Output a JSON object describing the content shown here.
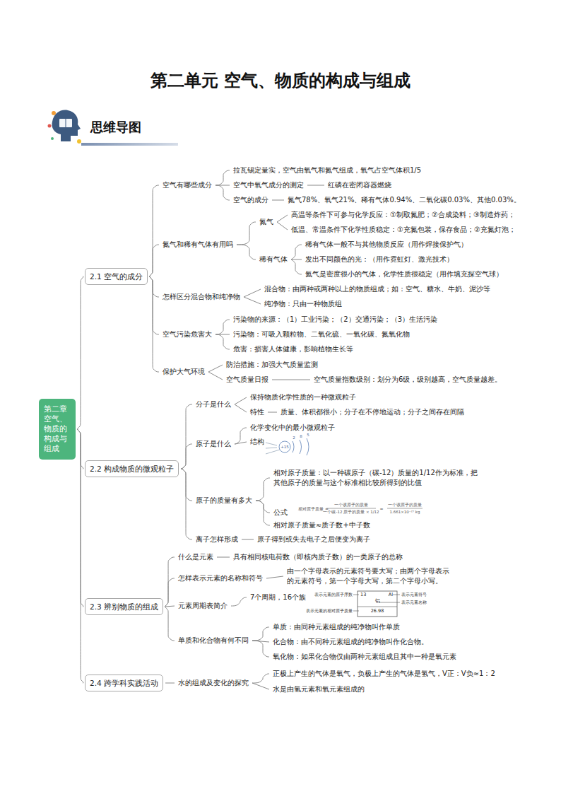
{
  "diagram": {
    "title": "第二单元 空气、物质的构成与组成",
    "nodes": [
      {
        "text": [
          "第二章 空气、物质的构成与组成"
        ]
      },
      {
        "text": [
          "2.1 空气的成分"
        ]
      },
      {
        "text": [
          "空气有哪些成分"
        ]
      },
      {
        "text": [
          "拉瓦锡定量实，空气由氧气和氮气组成，氧气占空气体积1/5"
        ]
      },
      {
        "text": [
          "空气中氧气成分的测定"
        ]
      },
      {
        "text": [
          "红磷在密闭容器燃烧"
        ]
      },
      {
        "text": [
          "空气的成分"
        ]
      },
      {
        "text": [
          "氮气78%、氧气21%、稀有气体0.94%、二氧化碳0.03%、其他0.03%。"
        ]
      },
      {
        "text": [
          "氮气和稀有气体有用吗"
        ]
      },
      {
        "text": [
          "氮气"
        ]
      },
      {
        "text": [
          "高温等条件下可参与化学反应：①制取氮肥；②合成染料；③制造炸药；"
        ]
      },
      {
        "text": [
          "低温、常温条件下化学性质稳定：①充氮包装，保存食品；②充氮灯泡；"
        ]
      },
      {
        "text": [
          "稀有气体"
        ]
      },
      {
        "text": [
          "稀有气体一般不与其他物质反应（用作焊接保护气）"
        ]
      },
      {
        "text": [
          "发出不同颜色的光：（用作霓虹灯、激光技术）"
        ]
      },
      {
        "text": [
          "氦气是密度很小的气体，化学性质很稳定（用作填充探空气球）"
        ]
      },
      {
        "text": [
          "怎样区分混合物和纯净物"
        ]
      },
      {
        "text": [
          "混合物：由两种或两种以上的物质组成；如：空气、糖水、牛奶、泥沙等"
        ]
      },
      {
        "text": [
          "纯净物：只由一种物质组"
        ]
      },
      {
        "text": [
          "空气污染危害大"
        ]
      },
      {
        "text": [
          "污染物的来源：（1）工业污染；（2）交通污染；（3）生活污染"
        ]
      },
      {
        "text": [
          "污染物：可吸入颗粒物、二氧化硫、一氧化碳、氮氧化物"
        ]
      },
      {
        "text": [
          "危害：损害人体健康，影响植物生长等"
        ]
      },
      {
        "text": [
          "保护大气环境"
        ]
      },
      {
        "text": [
          "防治措施：加强大气质量监测"
        ]
      },
      {
        "text": [
          "空气质量日报"
        ]
      },
      {
        "text": [
          "空气质量指数级别：划分为6级，级别越高，空气质量越差。"
        ]
      },
      {
        "text": [
          "2.2 构成物质的微观粒子"
        ]
      },
      {
        "text": [
          "分子是什么"
        ]
      },
      {
        "text": [
          "保持物质化学性质的一种微观粒子"
        ]
      },
      {
        "text": [
          "特性"
        ]
      },
      {
        "text": [
          "质量、体积都很小；分子在不停地运动；分子之间存在间隔"
        ]
      },
      {
        "text": [
          "原子是什么"
        ]
      },
      {
        "text": [
          "化学变化中的最小微观粒子"
        ]
      },
      {
        "text": [
          "结构"
        ]
      },
      {
        "text": [
          "原子的质量有多大"
        ]
      },
      {
        "text": [
          "相对原子质量：以一种碳原子（碳-12）质量的1/12作为标准，把其他原子的质量与这个标准相比较所得到的比值"
        ]
      },
      {
        "text": [
          "公式"
        ]
      },
      {
        "text": [
          "相对原子质量≈质子数+中子数"
        ]
      },
      {
        "text": [
          "离子怎样形成"
        ]
      },
      {
        "text": [
          "原子得到或失去电子之后便变为离子"
        ]
      },
      {
        "text": [
          "2.3 辨别物质的组成"
        ]
      },
      {
        "text": [
          "什么是元素"
        ]
      },
      {
        "text": [
          "具有相同核电荷数（即核内质子数）的一类原子的总称"
        ]
      },
      {
        "text": [
          "怎样表示元素的名称和符号"
        ]
      },
      {
        "text": [
          "由一个字母表示的元素符号要大写；由两个字母表示的元素符号，第一个字母大写，第二个字母小写。"
        ]
      },
      {
        "text": [
          "元素周期表简介"
        ]
      },
      {
        "text": [
          "7个周期，16个族"
        ]
      },
      {
        "text": [
          "单质和化合物有何不同"
        ]
      },
      {
        "text": [
          "单质：由同种元素组成的纯净物叫作单质"
        ]
      },
      {
        "text": [
          "化合物：由不同种元素组成的纯净物叫作化合物。"
        ]
      },
      {
        "text": [
          "氧化物：如果化合物仅由两种元素组成且其中一种是氧元素"
        ]
      },
      {
        "text": [
          "2.4 跨学科实践活动"
        ]
      },
      {
        "text": [
          "水的组成及变化的探究"
        ]
      },
      {
        "text": [
          "正极上产生的气体是氧气，负极上产生的气体是氢气，V正：V负≈1：2"
        ]
      },
      {
        "text": [
          "水是由氢元素和氧元素组成的"
        ]
      }
    ],
    "edges": [
      {
        "from": 0,
        "to": 1,
        "arrow": "none"
      },
      {
        "from": 0,
        "to": 27,
        "arrow": "none"
      },
      {
        "from": 0,
        "to": 41,
        "arrow": "none"
      },
      {
        "from": 0,
        "to": 52,
        "arrow": "none"
      },
      {
        "from": 1,
        "to": 2,
        "arrow": "none"
      },
      {
        "from": 1,
        "to": 8,
        "arrow": "none"
      },
      {
        "from": 1,
        "to": 16,
        "arrow": "none"
      },
      {
        "from": 1,
        "to": 19,
        "arrow": "none"
      },
      {
        "from": 1,
        "to": 23,
        "arrow": "none"
      },
      {
        "from": 2,
        "to": 3,
        "arrow": "none"
      },
      {
        "from": 2,
        "to": 4,
        "arrow": "none"
      },
      {
        "from": 2,
        "to": 6,
        "arrow": "none"
      },
      {
        "from": 4,
        "to": 5,
        "arrow": "none"
      },
      {
        "from": 6,
        "to": 7,
        "arrow": "none"
      },
      {
        "from": 8,
        "to": 9,
        "arrow": "none"
      },
      {
        "from": 8,
        "to": 12,
        "arrow": "none"
      },
      {
        "from": 9,
        "to": 10,
        "arrow": "none"
      },
      {
        "from": 9,
        "to": 11,
        "arrow": "none"
      },
      {
        "from": 12,
        "to": 13,
        "arrow": "none"
      },
      {
        "from": 12,
        "to": 14,
        "arrow": "none"
      },
      {
        "from": 12,
        "to": 15,
        "arrow": "none"
      },
      {
        "from": 16,
        "to": 17,
        "arrow": "none"
      },
      {
        "from": 16,
        "to": 18,
        "arrow": "none"
      },
      {
        "from": 19,
        "to": 20,
        "arrow": "none"
      },
      {
        "from": 19,
        "to": 21,
        "arrow": "none"
      },
      {
        "from": 19,
        "to": 22,
        "arrow": "none"
      },
      {
        "from": 23,
        "to": 24,
        "arrow": "none"
      },
      {
        "from": 23,
        "to": 25,
        "arrow": "none"
      },
      {
        "from": 25,
        "to": 26,
        "arrow": "none"
      },
      {
        "from": 27,
        "to": 28,
        "arrow": "none"
      },
      {
        "from": 27,
        "to": 32,
        "arrow": "none"
      },
      {
        "from": 27,
        "to": 35,
        "arrow": "none"
      },
      {
        "from": 27,
        "to": 39,
        "arrow": "none"
      },
      {
        "from": 28,
        "to": 29,
        "arrow": "none"
      },
      {
        "from": 28,
        "to": 30,
        "arrow": "none"
      },
      {
        "from": 30,
        "to": 31,
        "arrow": "none"
      },
      {
        "from": 32,
        "to": 33,
        "arrow": "none"
      },
      {
        "from": 32,
        "to": 34,
        "arrow": "none"
      },
      {
        "from": 35,
        "to": 36,
        "arrow": "none"
      },
      {
        "from": 35,
        "to": 37,
        "arrow": "none"
      },
      {
        "from": 35,
        "to": 38,
        "arrow": "none"
      },
      {
        "from": 39,
        "to": 40,
        "arrow": "none"
      },
      {
        "from": 41,
        "to": 42,
        "arrow": "none"
      },
      {
        "from": 41,
        "to": 44,
        "arrow": "none"
      },
      {
        "from": 41,
        "to": 46,
        "arrow": "none"
      },
      {
        "from": 41,
        "to": 48,
        "arrow": "none"
      },
      {
        "from": 42,
        "to": 43,
        "arrow": "none"
      },
      {
        "from": 44,
        "to": 45,
        "arrow": "none"
      },
      {
        "from": 46,
        "to": 47,
        "arrow": "none"
      },
      {
        "from": 48,
        "to": 49,
        "arrow": "none"
      },
      {
        "from": 48,
        "to": 50,
        "arrow": "none"
      },
      {
        "from": 48,
        "to": 51,
        "arrow": "none"
      },
      {
        "from": 52,
        "to": 53,
        "arrow": "none"
      },
      {
        "from": 53,
        "to": 54,
        "arrow": "none"
      },
      {
        "from": 53,
        "to": 55,
        "arrow": "none"
      }
    ],
    "labels": [
      "思维导图",
      "+15",
      "2",
      "8",
      "5",
      "相对原子质量 =",
      "一个该原子的质量",
      "一个碳-12 原子的质量 × 1/12",
      "=",
      "一个该原子的质量",
      "1.661×10⁻²⁷ kg",
      "13",
      "Al",
      "铝",
      "26.98",
      "表示元素的原子序数",
      "表示元素的相对原子质量",
      "表示元素符号",
      "表示元素名称"
    ]
  }
}
